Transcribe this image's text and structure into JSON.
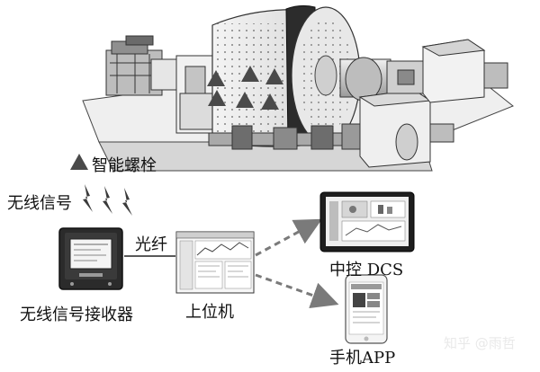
{
  "legend": {
    "label": "智能螺栓",
    "color": "#4a4a4a"
  },
  "labels": {
    "wireless_signal": "无线信号",
    "fiber": "光纤",
    "receiver": "无线信号接收器",
    "upper_computer": "上位机",
    "central_control": "中控 DCS",
    "mobile_app": "手机APP",
    "watermark": "知乎 @雨哲"
  },
  "icons": {
    "bolt_marker": "triangle-icon",
    "wireless": "lightning-bolt-icon",
    "arrow": "dashed-arrow-icon"
  },
  "colors": {
    "ink": "#111111",
    "machine_dark": "#3a3a3a",
    "machine_mid": "#8a8a8a",
    "machine_light": "#d8d8d8",
    "arrow_gray": "#7a7a7a"
  }
}
